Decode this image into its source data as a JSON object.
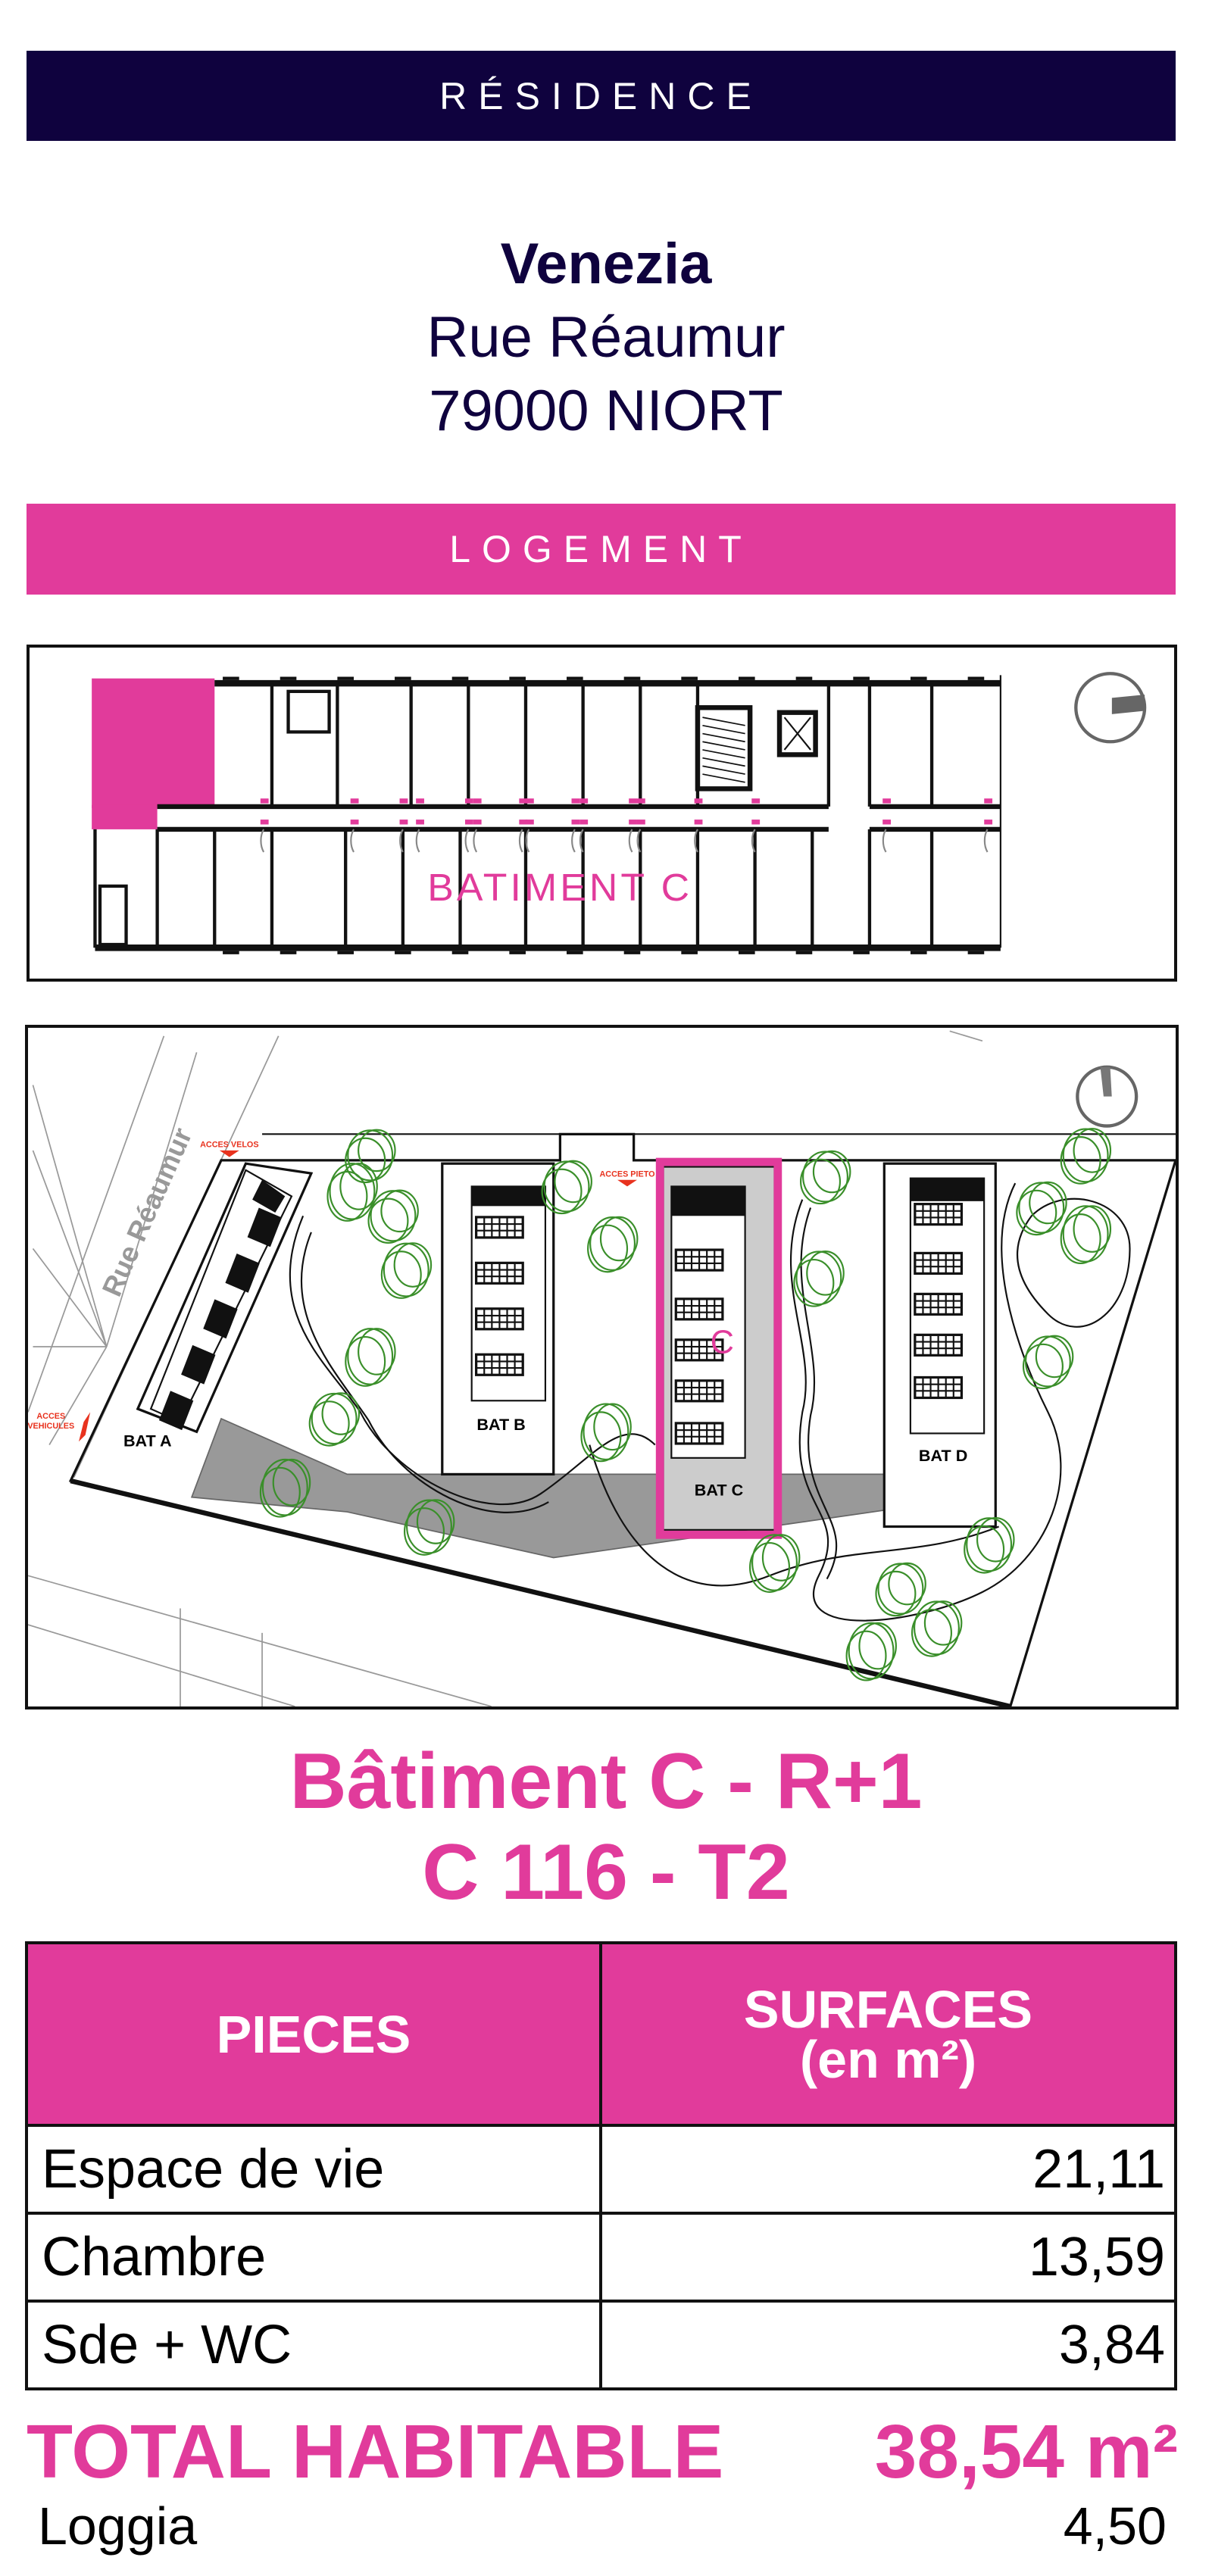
{
  "residence": {
    "header": "RÉSIDENCE",
    "name": "Venezia",
    "street": "Rue Réaumur",
    "city": "79000 NIORT"
  },
  "logement": {
    "header": "LOGEMENT",
    "floor_plan": {
      "label": "BATIMENT C",
      "icons": [
        "compass-icon"
      ]
    },
    "site_plan": {
      "street_label": "Rue Réaumur",
      "access_bikes": "ACCES VELOS",
      "access_pedestrians": "ACCES PIETO",
      "access_vehicles_1": "ACCES",
      "access_vehicles_2": "VEHICULES",
      "buildings": [
        "BAT A",
        "BAT B",
        "BAT C",
        "BAT D"
      ],
      "highlight": "C"
    }
  },
  "unit": {
    "building_floor": "Bâtiment C - R+1",
    "reference": "C 116 - T2"
  },
  "table": {
    "headers": {
      "pieces": "PIECES",
      "surfaces_1": "SURFACES",
      "surfaces_2": "(en m²)"
    },
    "rows": [
      {
        "piece": "Espace de vie",
        "surface": "21,11"
      },
      {
        "piece": "Chambre",
        "surface": "13,59"
      },
      {
        "piece": "Sde + WC",
        "surface": "3,84"
      }
    ]
  },
  "total": {
    "label": "TOTAL HABITABLE",
    "value": "38,54 m²"
  },
  "loggia": {
    "label": "Loggia",
    "value": "4,50"
  },
  "colors": {
    "navy": "#0f023e",
    "pink": "#e13b9b",
    "tree": "#3a8f2a",
    "access": "#e8321e"
  }
}
